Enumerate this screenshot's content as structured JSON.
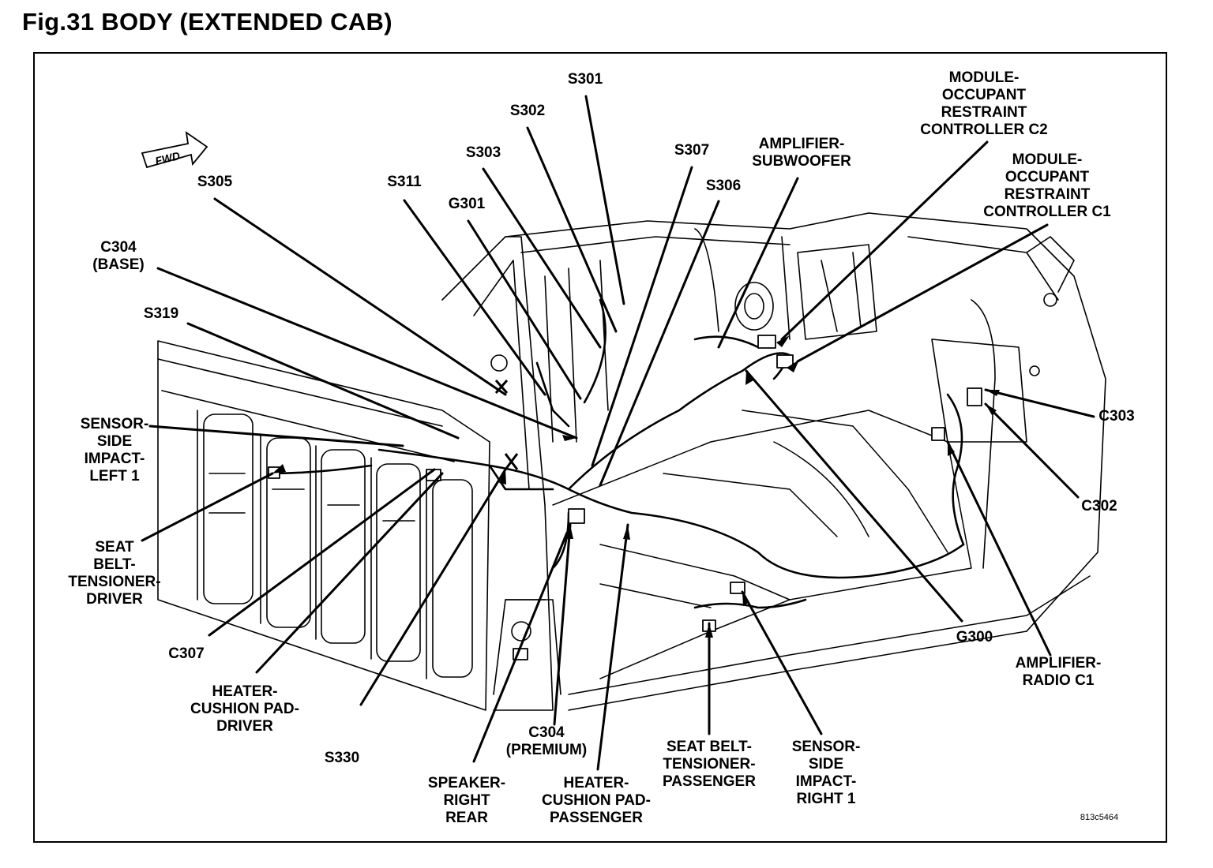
{
  "title": "Fig.31 BODY (EXTENDED CAB)",
  "fwd_arrow_text": "FWD",
  "figure_code": "813c5464",
  "labels": {
    "s301": "S301",
    "s302": "S302",
    "s303": "S303",
    "s305": "S305",
    "s311": "S311",
    "g301": "G301",
    "s307": "S307",
    "s306": "S306",
    "amp_sub": "AMPLIFIER-\nSUBWOOFER",
    "orc_c2": "MODULE-\nOCCUPANT\nRESTRAINT\nCONTROLLER C2",
    "orc_c1": "MODULE-\nOCCUPANT\nRESTRAINT\nCONTROLLER C1",
    "c304_base": "C304\n(BASE)",
    "s319": "S319",
    "sensor_left": "SENSOR-\nSIDE\nIMPACT-\nLEFT 1",
    "seat_belt_driver": "SEAT\nBELT-\nTENSIONER-\nDRIVER",
    "c307": "C307",
    "heater_driver": "HEATER-\nCUSHION PAD-\nDRIVER",
    "s330": "S330",
    "speaker_rr": "SPEAKER-\nRIGHT\nREAR",
    "c304_premium": "C304\n(PREMIUM)",
    "heater_passenger": "HEATER-\nCUSHION PAD-\nPASSENGER",
    "seat_belt_passenger": "SEAT BELT-\nTENSIONER-\nPASSENGER",
    "sensor_right": "SENSOR-\nSIDE\nIMPACT-\nRIGHT 1",
    "c303": "C303",
    "c302": "C302",
    "g300": "G300",
    "amp_radio": "AMPLIFIER-\nRADIO C1"
  }
}
